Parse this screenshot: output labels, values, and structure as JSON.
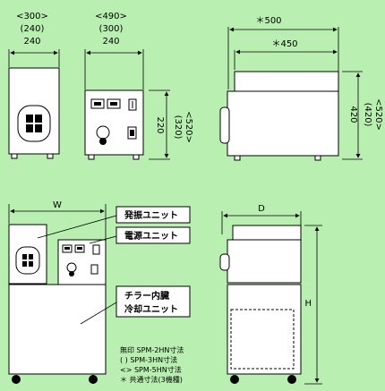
{
  "colors": {
    "background": "#b9efb1",
    "unit_fill": "#ffffff",
    "label_box": "#ffffff"
  },
  "top": {
    "oscillator_front": {
      "dim_a": "<300>",
      "dim_b": "(240)",
      "dim_c": "240"
    },
    "power_front": {
      "dim_a": "<490>",
      "dim_b": "(300)",
      "dim_c": "240"
    },
    "power_height": {
      "h1": "220",
      "h2": "(320)",
      "h3": "<520>"
    },
    "side": {
      "w1": "＊500",
      "w2": "＊450",
      "h1": "420",
      "h2": "(420)",
      "h3": "<520>"
    }
  },
  "bottom": {
    "width_label": "W",
    "depth_label": "D",
    "height_label": "H",
    "callouts": [
      {
        "label": "発振ユニット"
      },
      {
        "label": "電源ユニット"
      },
      {
        "label_line1": "チラー内臓",
        "label_line2": "冷却ユニット"
      }
    ],
    "notes": [
      "無印 SPM-2HN寸法",
      "( ) SPM-3HN寸法",
      "<> SPM-5HN寸法",
      "＊ 共通寸法(3機種)"
    ]
  }
}
